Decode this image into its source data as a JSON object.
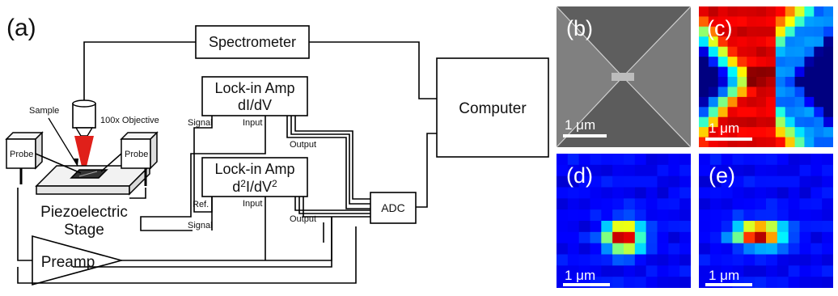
{
  "figure": {
    "panel_a_label": "(a)",
    "spectrometer": "Spectrometer",
    "lockin1_title": "Lock-in Amp",
    "lockin1_sub": "dI/dV",
    "lockin2_title": "Lock-in Amp",
    "lockin2_sub_prefix": "d",
    "lockin2_sub_sup1": "2",
    "lockin2_sub_mid": "I/dV",
    "lockin2_sub_sup2": "2",
    "computer": "Computer",
    "adc": "ADC",
    "preamp": "Preamp",
    "piezo_line1": "Piezoelectric",
    "piezo_line2": "Stage",
    "sample": "Sample",
    "objective": "100x Objective",
    "probe_left": "Probe",
    "probe_right": "Probe",
    "signal_top": "Signal",
    "input_top": "Input",
    "output_top": "Output",
    "ref": "Ref.",
    "signal_bottom": "Signal",
    "input_bottom": "Input",
    "output_bottom": "Output",
    "panel_b_label": "(b)",
    "panel_c_label": "(c)",
    "panel_d_label": "(d)",
    "panel_e_label": "(e)",
    "scale_bar_b": "1 μm",
    "scale_bar_c": "1 μm",
    "scale_bar_d": "1 μm",
    "scale_bar_e": "1 μm"
  }
}
